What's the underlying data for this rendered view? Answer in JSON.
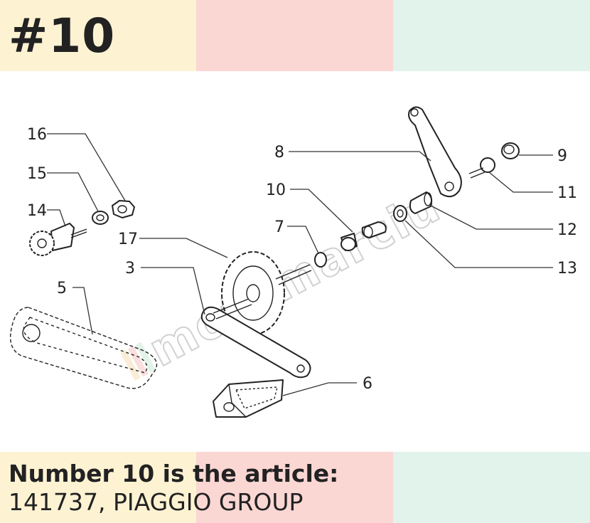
{
  "header": {
    "page_number": "#10",
    "band_colors": [
      "#fdf3d3",
      "#fbd7d4",
      "#e2f3eb"
    ]
  },
  "diagram": {
    "callouts": [
      {
        "id": "16",
        "label": "16"
      },
      {
        "id": "15",
        "label": "15"
      },
      {
        "id": "14",
        "label": "14"
      },
      {
        "id": "17",
        "label": "17"
      },
      {
        "id": "3",
        "label": "3"
      },
      {
        "id": "5",
        "label": "5"
      },
      {
        "id": "8",
        "label": "8"
      },
      {
        "id": "9",
        "label": "9"
      },
      {
        "id": "10",
        "label": "10"
      },
      {
        "id": "11",
        "label": "11"
      },
      {
        "id": "7",
        "label": "7"
      },
      {
        "id": "12",
        "label": "12"
      },
      {
        "id": "13",
        "label": "13"
      },
      {
        "id": "6",
        "label": "6"
      }
    ],
    "watermark_text": "motomarciu"
  },
  "caption": {
    "title": "Number 10 is the article:",
    "article": "141737, PIAGGIO GROUP"
  }
}
